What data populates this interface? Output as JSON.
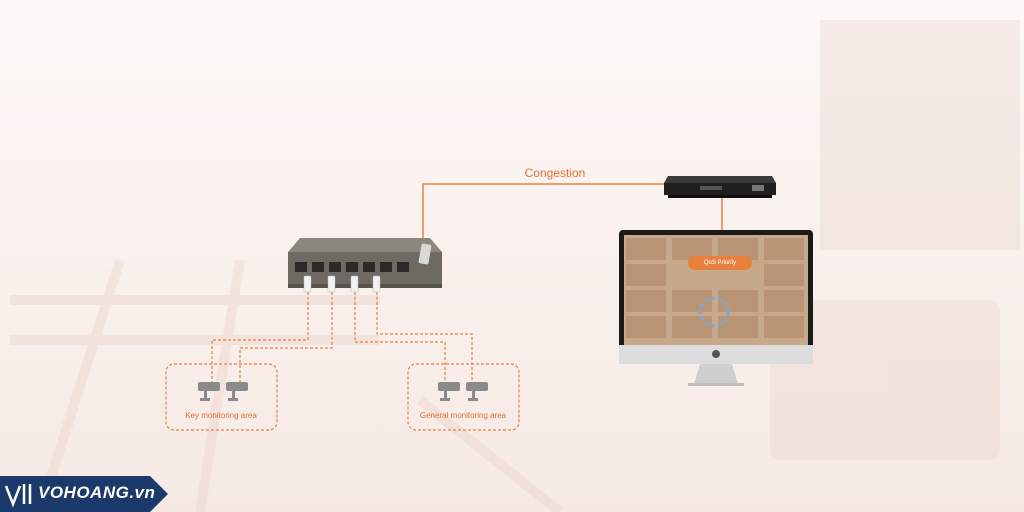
{
  "labels": {
    "congestion": "Congestion",
    "key_area": "Key monitoring area",
    "general_area": "General monitoring area",
    "qos": "QoS Priority"
  },
  "brand": {
    "name": "VOHOANG.vn"
  },
  "colors": {
    "accent": "#e8813e",
    "dashed": "#e8813e",
    "switch_body": "#6e6a63",
    "nvr_body": "#1f1f1f",
    "brand_bg": "#1b3a6b"
  }
}
